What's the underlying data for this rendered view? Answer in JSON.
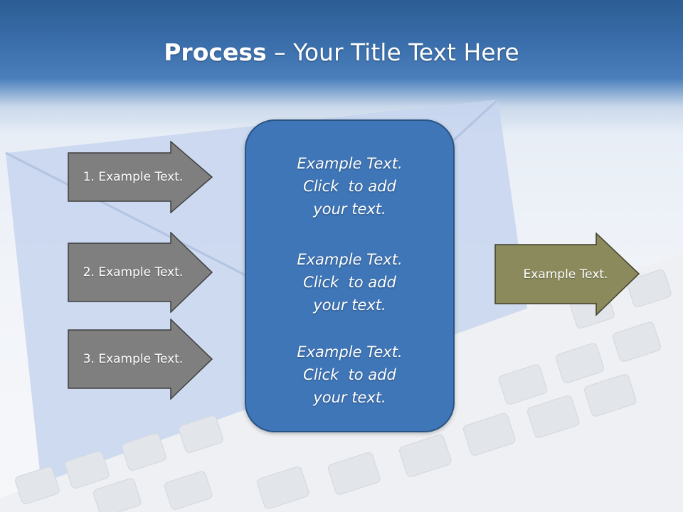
{
  "title": {
    "bold": "Process",
    "rest": " – Your Title Text Here"
  },
  "left_steps": [
    {
      "label": "1. Example Text."
    },
    {
      "label": "2. Example Text."
    },
    {
      "label": "3. Example Text."
    }
  ],
  "center_box": {
    "blocks": [
      {
        "line1": "Example Text.",
        "line2": "Click  to add",
        "line3": "your text."
      },
      {
        "line1": "Example Text.",
        "line2": "Click  to add",
        "line3": "your text."
      },
      {
        "line1": "Example Text.",
        "line2": "Click  to add",
        "line3": "your text."
      }
    ]
  },
  "right_arrow": {
    "label": "Example Text."
  },
  "colors": {
    "header_blue": "#3a6eab",
    "gray_arrow": "#7f7f7f",
    "center_box_blue": "#3f76b8",
    "olive_arrow": "#8a8a5c"
  }
}
